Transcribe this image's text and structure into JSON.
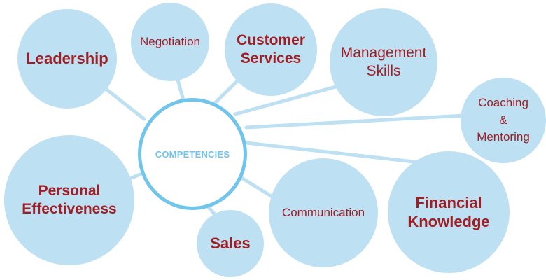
{
  "diagram": {
    "center_label": "COMPETENCIES",
    "nodes": {
      "leadership": "Leadership",
      "negotiation": "Negotiation",
      "customer_services": "Customer\nServices",
      "management_skills": "Management\nSkills",
      "coaching_mentoring": "Coaching\n&\nMentoring",
      "personal_effectiveness": "Personal\nEffectiveness",
      "sales": "Sales",
      "communication": "Communication",
      "financial_knowledge": "Financial\nKnowledge"
    }
  },
  "colors": {
    "bubble_fill": "#bde0f3",
    "hub_border": "#71c4ec",
    "hub_text": "#71c4ec",
    "label_text": "#a01e23",
    "connector": "#bde0f3"
  }
}
